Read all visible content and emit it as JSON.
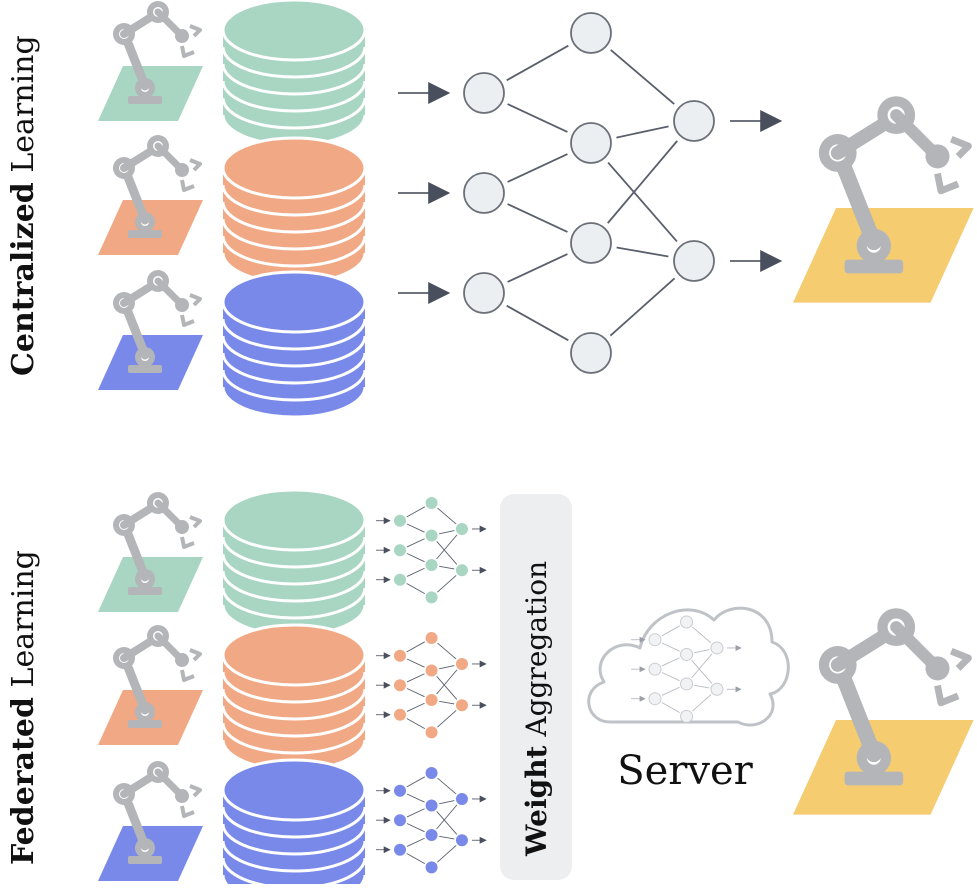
{
  "labels": {
    "centralized_bold": "Centralized",
    "centralized_rest": "Learning",
    "federated_bold": "Federated",
    "federated_rest": "Learning",
    "aggregation_bold": "Weight",
    "aggregation_rest": "Aggregation",
    "server": "Server"
  },
  "colors": {
    "green": "#a9d5c3",
    "orange": "#f1a985",
    "blue": "#7889ea",
    "yellow": "#f5cc70",
    "robot_gray": "#b3b5b8",
    "node_fill": "#eceff1",
    "node_stroke": "#6b6f78",
    "arrow": "#4a4f5e"
  }
}
